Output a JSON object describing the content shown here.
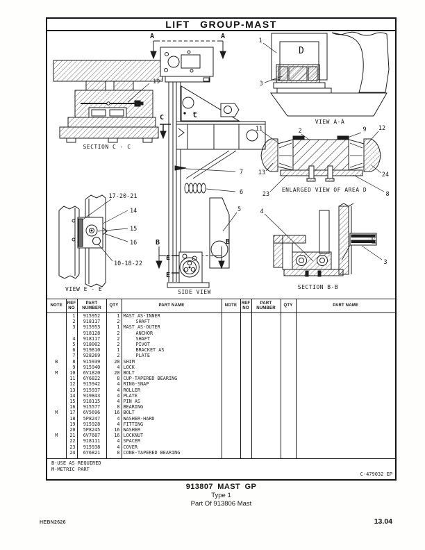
{
  "page": {
    "title": "LIFT GROUP-MAST",
    "form_number": "HEBN2626",
    "page_number": "13.04",
    "ref_code": "C-479032 EP",
    "footnotes": {
      "line1": "B-USE AS REQUIRED",
      "line2": "M-METRIC PART"
    },
    "caption": {
      "line1": "913807 MAST GP",
      "line2": "Type 1",
      "line3": "Part Of 913806 Mast"
    }
  },
  "views": {
    "section_cc": {
      "label": "SECTION C - C",
      "callouts": [
        "19"
      ]
    },
    "view_ee": {
      "label": "VIEW E - E",
      "callouts": [
        "17-20-21",
        "14",
        "15",
        "16",
        "10-18-22"
      ]
    },
    "side_view": {
      "label": "SIDE VIEW",
      "callouts": [
        "7",
        "6",
        "5"
      ],
      "markers": {
        "a": "A",
        "b": "B",
        "c": "C",
        "e": "E"
      }
    },
    "view_aa": {
      "label": "VIEW A-A",
      "area_label": "D",
      "callouts": [
        "1",
        "3"
      ]
    },
    "enlarged_d": {
      "label": "ENLARGED VIEW OF AREA D",
      "callouts": [
        "11",
        "2",
        "9",
        "12",
        "13",
        "24",
        "23",
        "8"
      ]
    },
    "section_bb": {
      "label": "SECTION B-B",
      "callouts": [
        "4",
        "3"
      ]
    }
  },
  "table": {
    "headers": {
      "note": "NOTE",
      "ref": "REF NO",
      "part": "PART NUMBER",
      "qty": "QTY",
      "name": "PART NAME"
    },
    "rows": [
      {
        "note": "",
        "ref": "1",
        "part": "915952",
        "qty": "1",
        "name": "MAST AS-INNER",
        "ind": 0
      },
      {
        "note": "",
        "ref": "2",
        "part": "918117",
        "qty": "2",
        "name": "SHAFT",
        "ind": 1
      },
      {
        "note": "",
        "ref": "3",
        "part": "915953",
        "qty": "1",
        "name": "MAST AS-OUTER",
        "ind": 0
      },
      {
        "note": "",
        "ref": "",
        "part": "918128",
        "qty": "2",
        "name": "ANCHOR",
        "ind": 1
      },
      {
        "note": "",
        "ref": "4",
        "part": "918117",
        "qty": "2",
        "name": "SHAFT",
        "ind": 1
      },
      {
        "note": "",
        "ref": "5",
        "part": "918002",
        "qty": "2",
        "name": "PIVOT",
        "ind": 1
      },
      {
        "note": "",
        "ref": "6",
        "part": "919810",
        "qty": "1",
        "name": "BRACKET AS",
        "ind": 1
      },
      {
        "note": "",
        "ref": "7",
        "part": "928269",
        "qty": "2",
        "name": "PLATE",
        "ind": 1
      },
      {
        "note": "B",
        "ref": "8",
        "part": "915939",
        "qty": "20",
        "name": "SHIM",
        "ind": 0
      },
      {
        "note": "",
        "ref": "9",
        "part": "915940",
        "qty": "4",
        "name": "LOCK",
        "ind": 0
      },
      {
        "note": "M",
        "ref": "10",
        "part": "6V1820",
        "qty": "20",
        "name": "BOLT",
        "ind": 0
      },
      {
        "note": "",
        "ref": "11",
        "part": "6Y6822",
        "qty": "8",
        "name": "CUP-TAPERED BEARING",
        "ind": 0
      },
      {
        "note": "",
        "ref": "12",
        "part": "915942",
        "qty": "4",
        "name": "RING-SNAP",
        "ind": 0
      },
      {
        "note": "",
        "ref": "13",
        "part": "915937",
        "qty": "4",
        "name": "ROLLER",
        "ind": 0
      },
      {
        "note": "",
        "ref": "14",
        "part": "919843",
        "qty": "4",
        "name": "PLATE",
        "ind": 0
      },
      {
        "note": "",
        "ref": "15",
        "part": "918115",
        "qty": "4",
        "name": "PIN AS",
        "ind": 0
      },
      {
        "note": "",
        "ref": "16",
        "part": "915577",
        "qty": "8",
        "name": "BEARING",
        "ind": 0
      },
      {
        "note": "M",
        "ref": "17",
        "part": "6V5696",
        "qty": "16",
        "name": "BOLT",
        "ind": 0
      },
      {
        "note": "",
        "ref": "18",
        "part": "5P8247",
        "qty": "4",
        "name": "WASHER-HARD",
        "ind": 0
      },
      {
        "note": "",
        "ref": "19",
        "part": "915928",
        "qty": "4",
        "name": "FITTING",
        "ind": 0
      },
      {
        "note": "",
        "ref": "20",
        "part": "5P8245",
        "qty": "16",
        "name": "WASHER",
        "ind": 0
      },
      {
        "note": "M",
        "ref": "21",
        "part": "6V7687",
        "qty": "16",
        "name": "LOCKNUT",
        "ind": 0
      },
      {
        "note": "",
        "ref": "22",
        "part": "918111",
        "qty": "4",
        "name": "SPACER",
        "ind": 0
      },
      {
        "note": "",
        "ref": "23",
        "part": "915938",
        "qty": "4",
        "name": "COVER",
        "ind": 0
      },
      {
        "note": "",
        "ref": "24",
        "part": "6Y6821",
        "qty": "8",
        "name": "CONE-TAPERED BEARING",
        "ind": 0
      }
    ]
  }
}
